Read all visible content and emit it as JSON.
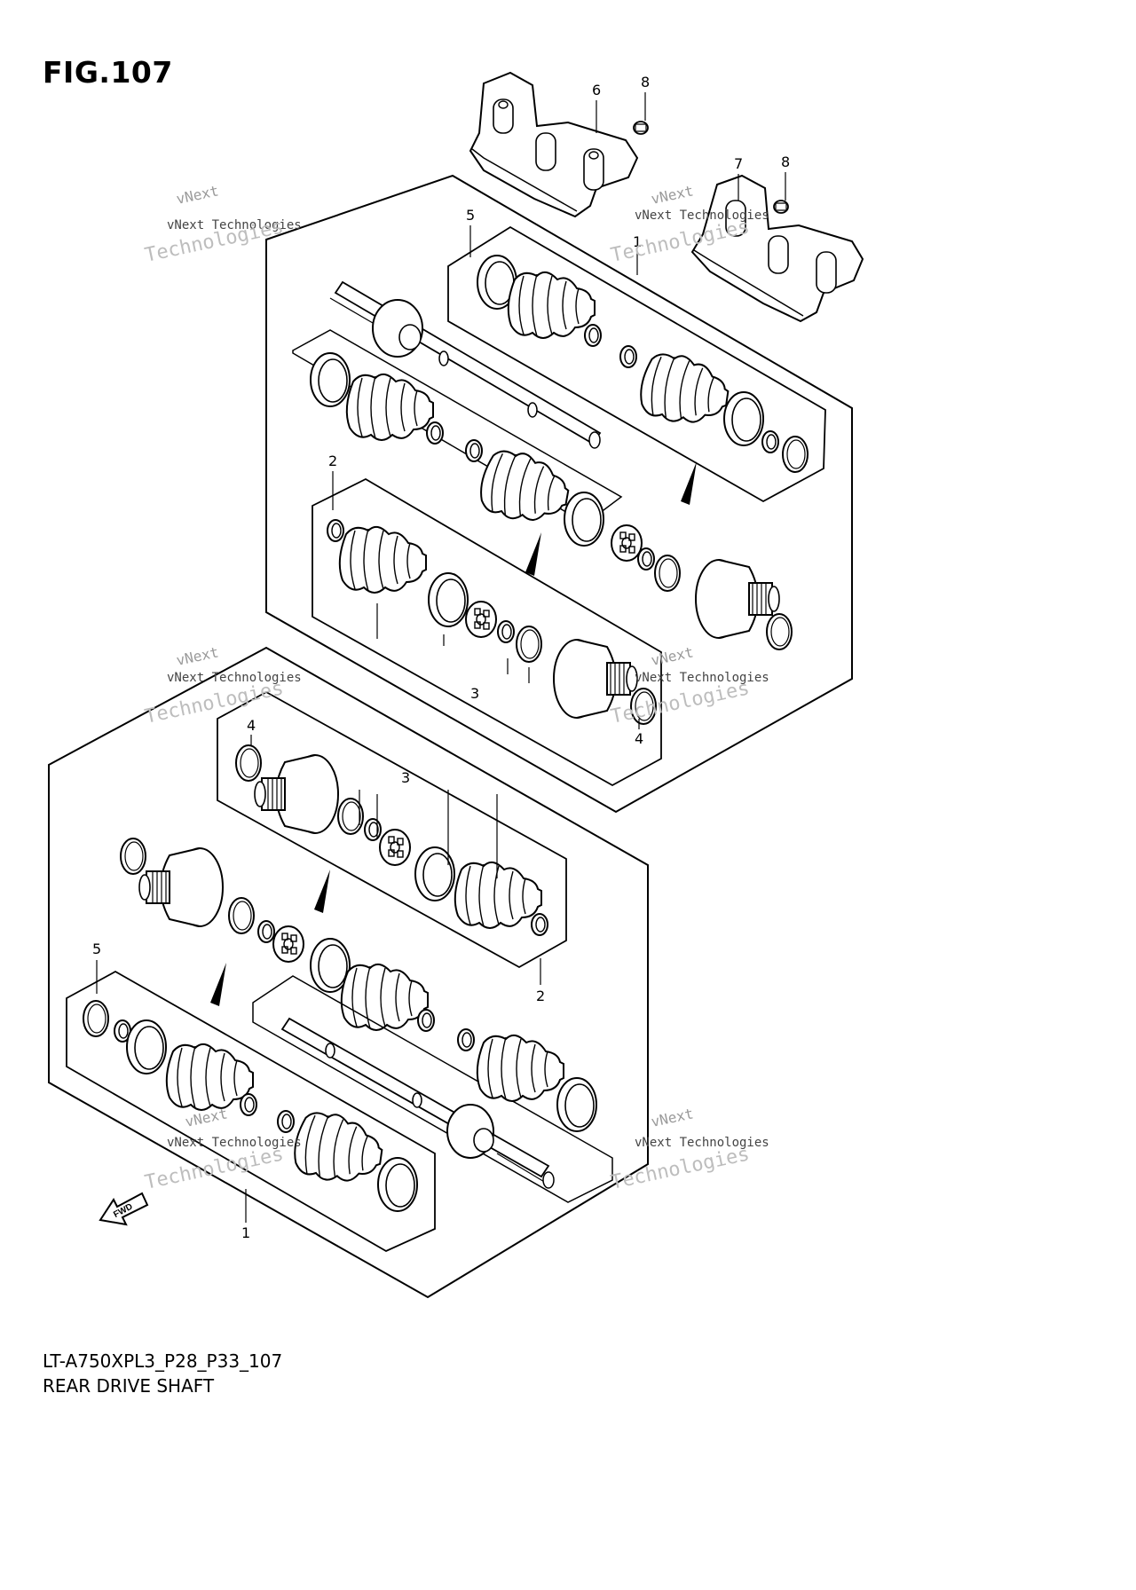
{
  "figure": {
    "title": "FIG.107",
    "model_code": "LT-A750XPL3_P28_P33_107",
    "caption": "REAR DRIVE SHAFT"
  },
  "watermark": {
    "line1": "vNext Technologies",
    "line2": "vNext",
    "line3": "Technologies"
  },
  "callouts": [
    "1",
    "2",
    "3",
    "4",
    "5",
    "6",
    "7",
    "8"
  ],
  "direction_arrow": {
    "label": "FWD",
    "icon": "fwd-arrow-icon"
  },
  "colors": {
    "line": "#000000",
    "watermark": "#bdbdbd",
    "background": "#ffffff"
  }
}
